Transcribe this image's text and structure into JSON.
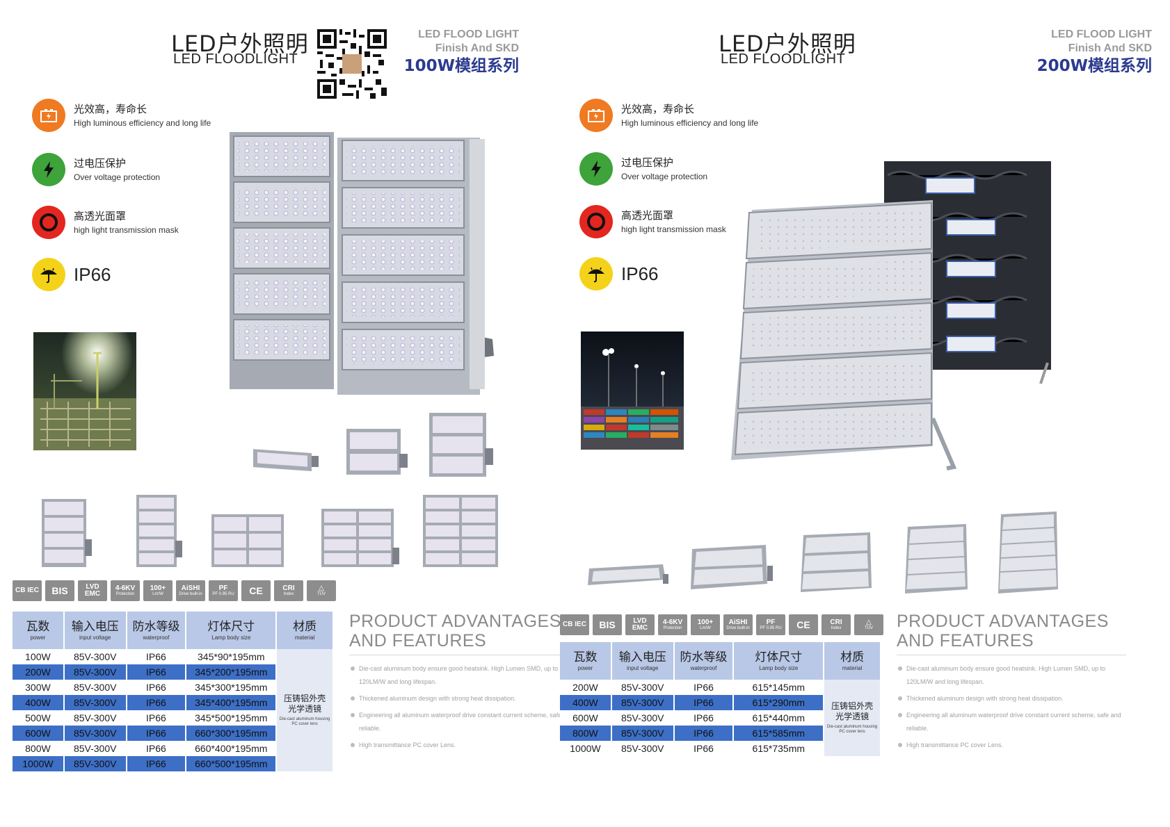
{
  "left": {
    "title_cn": "LED户外照明",
    "title_en": "LED FLOODLIGHT",
    "series_line1": "LED FLOOD LIGHT",
    "series_line2": "Finish And SKD",
    "series_line3": "100W模组系列",
    "features": [
      {
        "cn": "光效高，寿命长",
        "en": "High luminous efficiency and long life",
        "icon": "battery-icon",
        "color": "#f07a22"
      },
      {
        "cn": "过电压保护",
        "en": "Over voltage protection",
        "icon": "lightning-icon",
        "color": "#3da33a"
      },
      {
        "cn": "高透光面罩",
        "en": "high light transmission mask",
        "icon": "ring-icon",
        "color": "#e3261f"
      },
      {
        "cn": "IP66",
        "en": "",
        "icon": "umbrella-icon",
        "color": "#f5d21a"
      }
    ],
    "table": {
      "headers": [
        {
          "cn": "瓦数",
          "en": "power"
        },
        {
          "cn": "输入电压",
          "en": "input voltage"
        },
        {
          "cn": "防水等级",
          "en": "waterproof"
        },
        {
          "cn": "灯体尺寸",
          "en": "Lamp body size"
        },
        {
          "cn": "材质",
          "en": "material"
        }
      ],
      "rows": [
        [
          "100W",
          "85V-300V",
          "IP66",
          "345*90*195mm"
        ],
        [
          "200W",
          "85V-300V",
          "IP66",
          "345*200*195mm"
        ],
        [
          "300W",
          "85V-300V",
          "IP66",
          "345*300*195mm"
        ],
        [
          "400W",
          "85V-300V",
          "IP66",
          "345*400*195mm"
        ],
        [
          "500W",
          "85V-300V",
          "IP66",
          "345*500*195mm"
        ],
        [
          "600W",
          "85V-300V",
          "IP66",
          "660*300*195mm"
        ],
        [
          "800W",
          "85V-300V",
          "IP66",
          "660*400*195mm"
        ],
        [
          "1000W",
          "85V-300V",
          "IP66",
          "660*500*195mm"
        ]
      ],
      "material_cn_1": "压铸铝外壳",
      "material_cn_2": "光学透镜",
      "material_en": "Die-cast aluminum housing PC cover lens"
    }
  },
  "right": {
    "title_cn": "LED户外照明",
    "title_en": "LED FLOODLIGHT",
    "series_line1": "LED FLOOD LIGHT",
    "series_line2": "Finish And SKD",
    "series_line3": "200W模组系列",
    "features": [
      {
        "cn": "光效高，寿命长",
        "en": "High luminous efficiency and long life",
        "icon": "battery-icon",
        "color": "#f07a22"
      },
      {
        "cn": "过电压保护",
        "en": "Over voltage protection",
        "icon": "lightning-icon",
        "color": "#3da33a"
      },
      {
        "cn": "高透光面罩",
        "en": "high light transmission mask",
        "icon": "ring-icon",
        "color": "#e3261f"
      },
      {
        "cn": "IP66",
        "en": "",
        "icon": "umbrella-icon",
        "color": "#f5d21a"
      }
    ],
    "table": {
      "headers": [
        {
          "cn": "瓦数",
          "en": "power"
        },
        {
          "cn": "输入电压",
          "en": "input voltage"
        },
        {
          "cn": "防水等级",
          "en": "waterproof"
        },
        {
          "cn": "灯体尺寸",
          "en": "Lamp body size"
        },
        {
          "cn": "材质",
          "en": "material"
        }
      ],
      "rows": [
        [
          "200W",
          "85V-300V",
          "IP66",
          "615*145mm"
        ],
        [
          "400W",
          "85V-300V",
          "IP66",
          "615*290mm"
        ],
        [
          "600W",
          "85V-300V",
          "IP66",
          "615*440mm"
        ],
        [
          "800W",
          "85V-300V",
          "IP66",
          "615*585mm"
        ],
        [
          "1000W",
          "85V-300V",
          "IP66",
          "615*735mm"
        ]
      ],
      "material_cn_1": "压铸铝外壳",
      "material_cn_2": "光学透镜",
      "material_en": "Die-cast aluminum housing PC cover lens"
    }
  },
  "certs": [
    {
      "big": "",
      "small": "CB IEC",
      "icon": "cb-iec-icon"
    },
    {
      "big": "BIS",
      "small": "",
      "icon": "bis-icon"
    },
    {
      "big": "",
      "small": "LVD EMC",
      "icon": "lvd-emc-icon"
    },
    {
      "big": "4-6KV",
      "small": "Protection",
      "icon": "surge-4-6kv-icon"
    },
    {
      "big": "100+",
      "small": "Lm/W",
      "icon": "efficacy-icon"
    },
    {
      "big": "AiSHI",
      "small": "Drive built-in",
      "icon": "aishi-icon"
    },
    {
      "big": "PF",
      "small": "PF 0.95 RU",
      "icon": "pf-icon"
    },
    {
      "big": "CE",
      "small": "",
      "icon": "ce-icon"
    },
    {
      "big": "CRI",
      "small": "Index",
      "icon": "cri-icon"
    },
    {
      "big": "",
      "small": "TÜV",
      "icon": "tuv-icon"
    }
  ],
  "advantages": {
    "heading_1": "PRODUCT ADVANTAGES",
    "heading_2": "AND FEATURES",
    "items": [
      "Die-cast aluminum body ensure good heatsink. High Lumen SMD, up to 120LM/W and long lifespan.",
      "Thickened aluminum design with strong heat dissipation.",
      "Engineering all aluminum waterproof drive constant current scheme, safe and reliable.",
      "High transmittance PC cover Lens."
    ]
  },
  "colors": {
    "accent_blue": "#3d6fc6",
    "header_blue": "#b9c8e6",
    "series_blue": "#2b3b8f"
  }
}
